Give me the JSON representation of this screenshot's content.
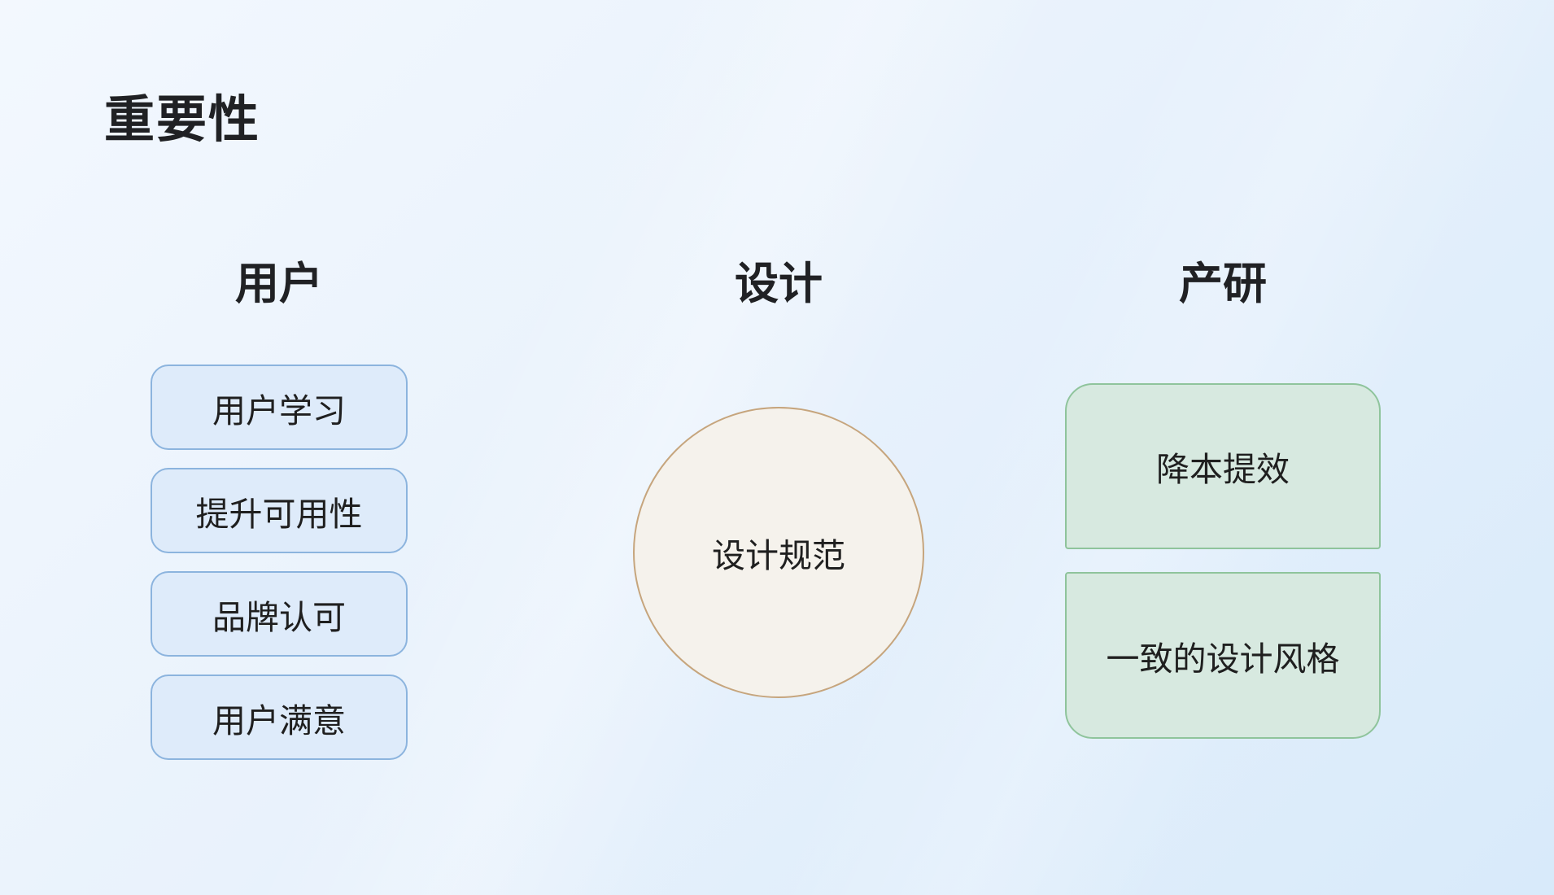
{
  "page": {
    "title": "重要性"
  },
  "columns": [
    {
      "id": "user",
      "header": "用户",
      "items": [
        "用户学习",
        "提升可用性",
        "品牌认可",
        "用户满意"
      ]
    },
    {
      "id": "design",
      "header": "设计",
      "circle_label": "设计规范"
    },
    {
      "id": "prod",
      "header": "产研",
      "items": [
        "降本提效",
        "一致的设计风格"
      ]
    }
  ],
  "colors": {
    "bg_start": "#f3f8fe",
    "bg_end": "#d8eafa",
    "blue_box_fill": "#deebfa",
    "blue_box_border": "#8cb4de",
    "green_box_fill": "#d7e9e0",
    "green_box_border": "#8fc49c",
    "circle_fill": "#f5f2ec",
    "circle_border": "#c6a57d",
    "text": "#1f1f1f"
  }
}
